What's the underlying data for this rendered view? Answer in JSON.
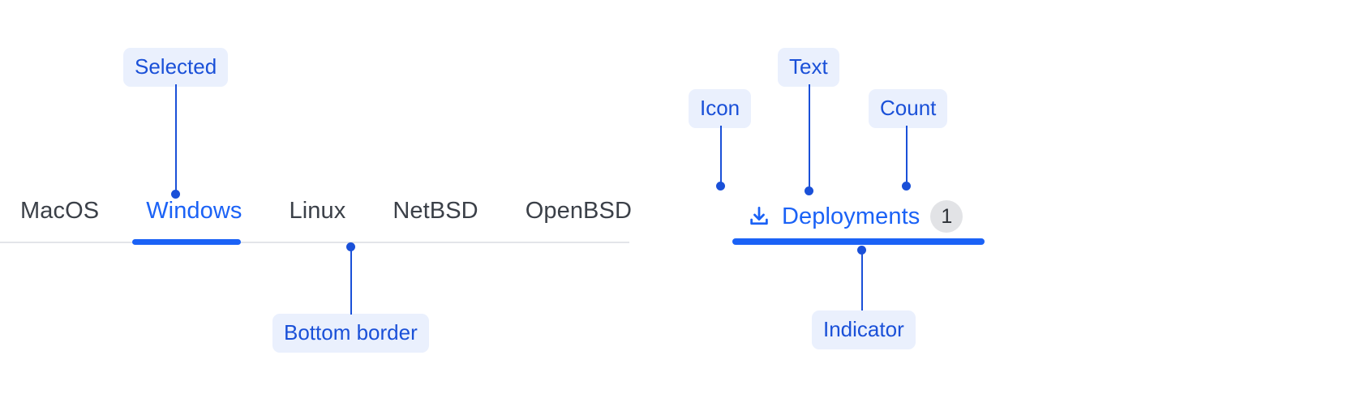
{
  "left_tabbar": {
    "name": "os-tab-bar",
    "selected_index": 1,
    "tabs": [
      {
        "label": "MacOS",
        "selected": false
      },
      {
        "label": "Windows",
        "selected": true
      },
      {
        "label": "Linux",
        "selected": false
      },
      {
        "label": "NetBSD",
        "selected": false
      },
      {
        "label": "OpenBSD",
        "selected": false
      }
    ],
    "annotations": [
      {
        "label": "Selected",
        "target": "selected-tab-label"
      },
      {
        "label": "Bottom border",
        "target": "tabbar-bottom-border"
      }
    ]
  },
  "right_tab": {
    "name": "deployments-tab",
    "icon": "download-icon",
    "label": "Deployments",
    "count": "1",
    "selected": true,
    "annotations": [
      {
        "label": "Icon",
        "target": "download-icon"
      },
      {
        "label": "Text",
        "target": "deployments-label"
      },
      {
        "label": "Count",
        "target": "deployments-count"
      },
      {
        "label": "Indicator",
        "target": "deployments-indicator"
      }
    ]
  },
  "colors": {
    "accent_blue": "#1b62f6",
    "annotation_blue": "#1a50d8",
    "annotation_bg": "#eaf0fd",
    "tab_text": "#3b4048",
    "border_gray": "#e3e5e9",
    "badge_bg": "#e2e3e6",
    "badge_text": "#2c3036",
    "page_bg": "#ffffff"
  }
}
